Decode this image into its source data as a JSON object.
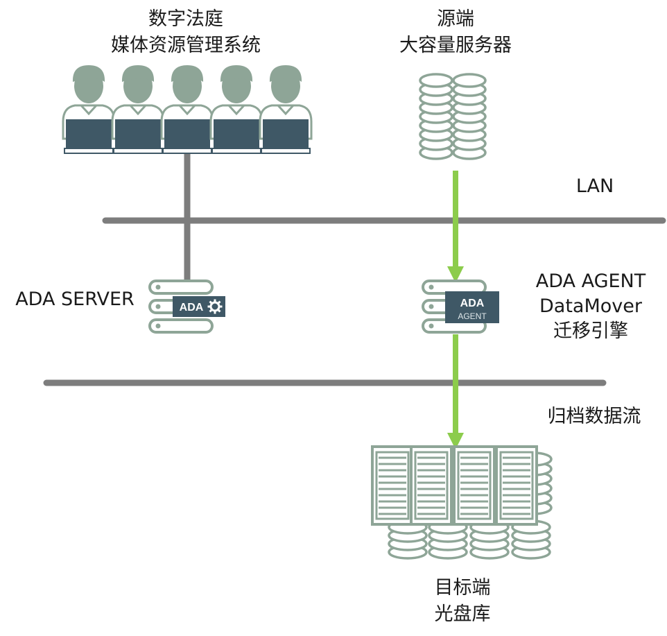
{
  "clients": {
    "title_line1": "数字法庭",
    "title_line2": "媒体资源管理系统",
    "count": 5
  },
  "source": {
    "title_line1": "源端",
    "title_line2": "大容量服务器"
  },
  "network": {
    "lan_label": "LAN"
  },
  "server": {
    "label": "ADA SERVER",
    "badge": "ADA"
  },
  "agent": {
    "label_line1": "ADA AGENT",
    "label_line2": "DataMover",
    "label_line3": "迁移引擎",
    "badge_line1": "ADA",
    "badge_line2": "AGENT"
  },
  "archive_flow": {
    "label": "归档数据流"
  },
  "target": {
    "title_line1": "目标端",
    "title_line2": "光盘库"
  },
  "colors": {
    "icon": "#8ea597",
    "icon_dark": "#3f5866",
    "line": "#7d7d7d",
    "flow": "#8ccc4c"
  }
}
